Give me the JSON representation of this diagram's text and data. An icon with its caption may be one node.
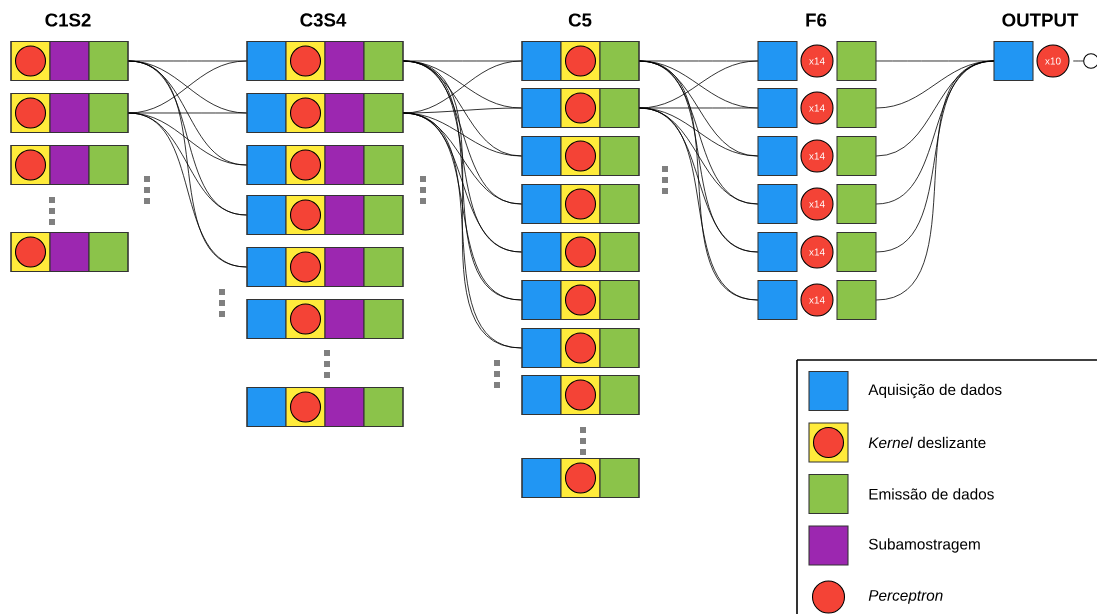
{
  "diagram": {
    "nodes": [
      {
        "text": [],
        "shape": "box"
      },
      {
        "text": [],
        "shape": "box"
      },
      {
        "text": [],
        "shape": "box"
      },
      {
        "text": [],
        "shape": "box"
      },
      {
        "text": [],
        "shape": "box"
      },
      {
        "text": [],
        "shape": "box"
      },
      {
        "text": [],
        "shape": "box"
      },
      {
        "text": [],
        "shape": "box"
      },
      {
        "text": [],
        "shape": "box"
      },
      {
        "text": [],
        "shape": "box"
      },
      {
        "text": [],
        "shape": "box"
      },
      {
        "text": [],
        "shape": "box"
      },
      {
        "text": [],
        "shape": "box"
      },
      {
        "text": [],
        "shape": "box"
      },
      {
        "text": [],
        "shape": "box"
      },
      {
        "text": [],
        "shape": "box"
      },
      {
        "text": [],
        "shape": "box"
      },
      {
        "text": [],
        "shape": "box"
      },
      {
        "text": [],
        "shape": "box"
      },
      {
        "text": [],
        "shape": "box"
      },
      {
        "text": [
          "x14"
        ]
      },
      {
        "text": [
          "x14"
        ]
      },
      {
        "text": [
          "x14"
        ]
      },
      {
        "text": [
          "x14"
        ]
      },
      {
        "text": [
          "x14"
        ]
      },
      {
        "text": [
          "x14"
        ]
      },
      {
        "text": [
          "x10"
        ]
      },
      {
        "text": [],
        "shape": "circle"
      }
    ],
    "edges": [
      {
        "from": 0,
        "to": 4,
        "arrow": "none"
      },
      {
        "from": 0,
        "to": 5,
        "arrow": "none"
      },
      {
        "from": 0,
        "to": 6,
        "arrow": "none"
      },
      {
        "from": 0,
        "to": 7,
        "arrow": "none"
      },
      {
        "from": 0,
        "to": 8,
        "arrow": "none"
      },
      {
        "from": 1,
        "to": 4,
        "arrow": "none"
      },
      {
        "from": 1,
        "to": 5,
        "arrow": "none"
      },
      {
        "from": 1,
        "to": 6,
        "arrow": "none"
      },
      {
        "from": 1,
        "to": 7,
        "arrow": "none"
      },
      {
        "from": 1,
        "to": 8,
        "arrow": "none"
      },
      {
        "from": 4,
        "to": 11,
        "arrow": "none"
      },
      {
        "from": 4,
        "to": 12,
        "arrow": "none"
      },
      {
        "from": 4,
        "to": 13,
        "arrow": "none"
      },
      {
        "from": 4,
        "to": 14,
        "arrow": "none"
      },
      {
        "from": 4,
        "to": 15,
        "arrow": "none"
      },
      {
        "from": 4,
        "to": 16,
        "arrow": "none"
      },
      {
        "from": 4,
        "to": 17,
        "arrow": "none"
      },
      {
        "from": 5,
        "to": 11,
        "arrow": "none"
      },
      {
        "from": 5,
        "to": 12,
        "arrow": "none"
      },
      {
        "from": 5,
        "to": 13,
        "arrow": "none"
      },
      {
        "from": 5,
        "to": 14,
        "arrow": "none"
      },
      {
        "from": 5,
        "to": 15,
        "arrow": "none"
      },
      {
        "from": 5,
        "to": 16,
        "arrow": "none"
      },
      {
        "from": 5,
        "to": 17,
        "arrow": "none"
      },
      {
        "from": 11,
        "to": 20,
        "arrow": "none"
      },
      {
        "from": 11,
        "to": 21,
        "arrow": "none"
      },
      {
        "from": 11,
        "to": 22,
        "arrow": "none"
      },
      {
        "from": 11,
        "to": 23,
        "arrow": "none"
      },
      {
        "from": 11,
        "to": 24,
        "arrow": "none"
      },
      {
        "from": 11,
        "to": 25,
        "arrow": "none"
      },
      {
        "from": 12,
        "to": 20,
        "arrow": "none"
      },
      {
        "from": 12,
        "to": 21,
        "arrow": "none"
      },
      {
        "from": 12,
        "to": 22,
        "arrow": "none"
      },
      {
        "from": 12,
        "to": 23,
        "arrow": "none"
      },
      {
        "from": 12,
        "to": 24,
        "arrow": "none"
      },
      {
        "from": 12,
        "to": 25,
        "arrow": "none"
      },
      {
        "from": 20,
        "to": 26,
        "arrow": "none"
      },
      {
        "from": 21,
        "to": 26,
        "arrow": "none"
      },
      {
        "from": 22,
        "to": 26,
        "arrow": "none"
      },
      {
        "from": 23,
        "to": 26,
        "arrow": "none"
      },
      {
        "from": 24,
        "to": 26,
        "arrow": "none"
      },
      {
        "from": 25,
        "to": 26,
        "arrow": "none"
      },
      {
        "from": 26,
        "to": 27,
        "arrow": "none"
      }
    ],
    "labels": [
      "C1S2",
      "C3S4",
      "C5",
      "F6",
      "OUTPUT"
    ],
    "legend": [
      {
        "text": "Aquisição de dados",
        "color": "#2196f3"
      },
      {
        "text": "*Kernel* deslizante"
      },
      {
        "text": "Emissão de dados",
        "color": "#8bc34a"
      },
      {
        "text": "Subamostragem",
        "color": "#9c27b0"
      },
      {
        "text": "Perceptron"
      }
    ]
  }
}
